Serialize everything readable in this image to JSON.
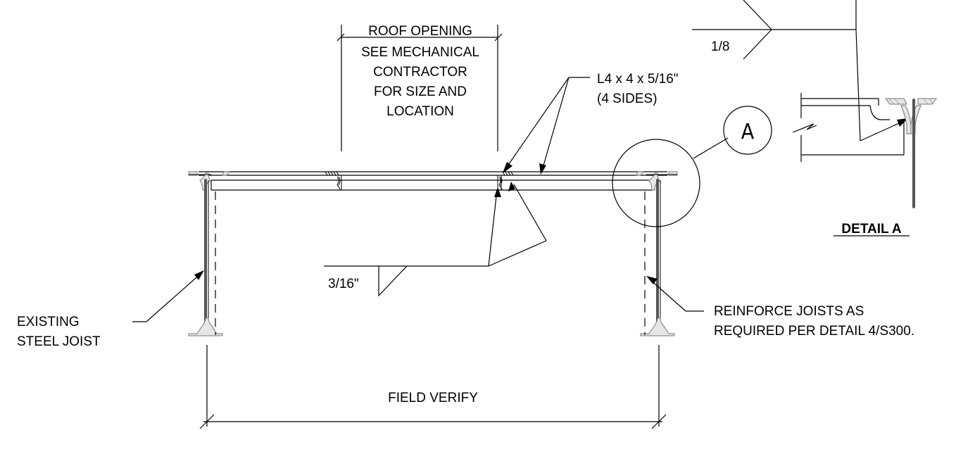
{
  "labels": {
    "roof_opening": "ROOF OPENING",
    "see_mechanical": "SEE MECHANICAL",
    "contractor": "CONTRACTOR",
    "for_size": "FOR SIZE AND",
    "location": "LOCATION",
    "angle_size": "L4 x 4 x 5/16\"",
    "angle_sides": "(4 SIDES)",
    "detail_tag": "A",
    "weld_top": "1/8",
    "weld_main": "3/16\"",
    "existing": "EXISTING",
    "steel_joist": "STEEL JOIST",
    "reinforce_1": "REINFORCE JOISTS AS",
    "reinforce_2": "REQUIRED PER DETAIL 4/S300.",
    "detail_title": "DETAIL A",
    "field_verify": "FIELD VERIFY"
  }
}
